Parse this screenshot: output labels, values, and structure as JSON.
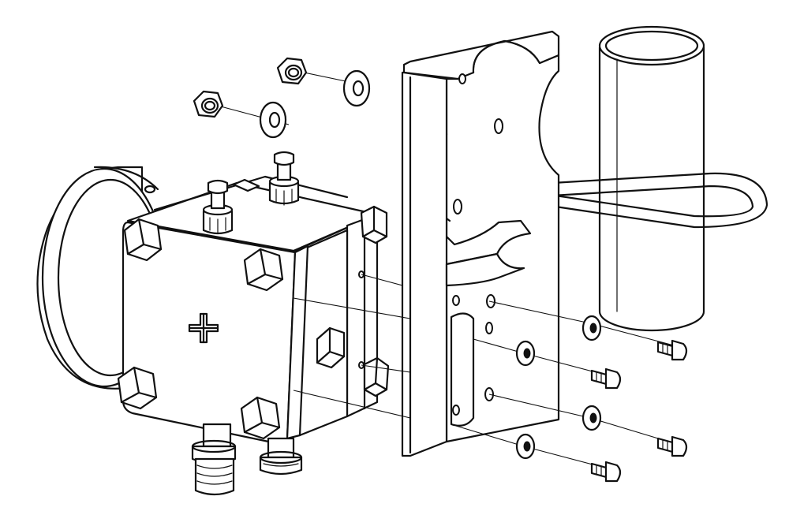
{
  "figure": {
    "kind": "exploded-assembly-line-drawing",
    "line_color": "#111111",
    "background": "#ffffff",
    "components": [
      "transmitter-body",
      "pressure-flange",
      "mounting-bracket",
      "pipe",
      "u-bolt",
      "hex-nut",
      "washer",
      "mounting-bolt",
      "vent-valve",
      "process-connector"
    ],
    "counts": {
      "hex_nuts": 2,
      "flat_washers": 6,
      "mounting_bolts": 4,
      "vent_valves": 2,
      "process_connectors": 2
    }
  }
}
